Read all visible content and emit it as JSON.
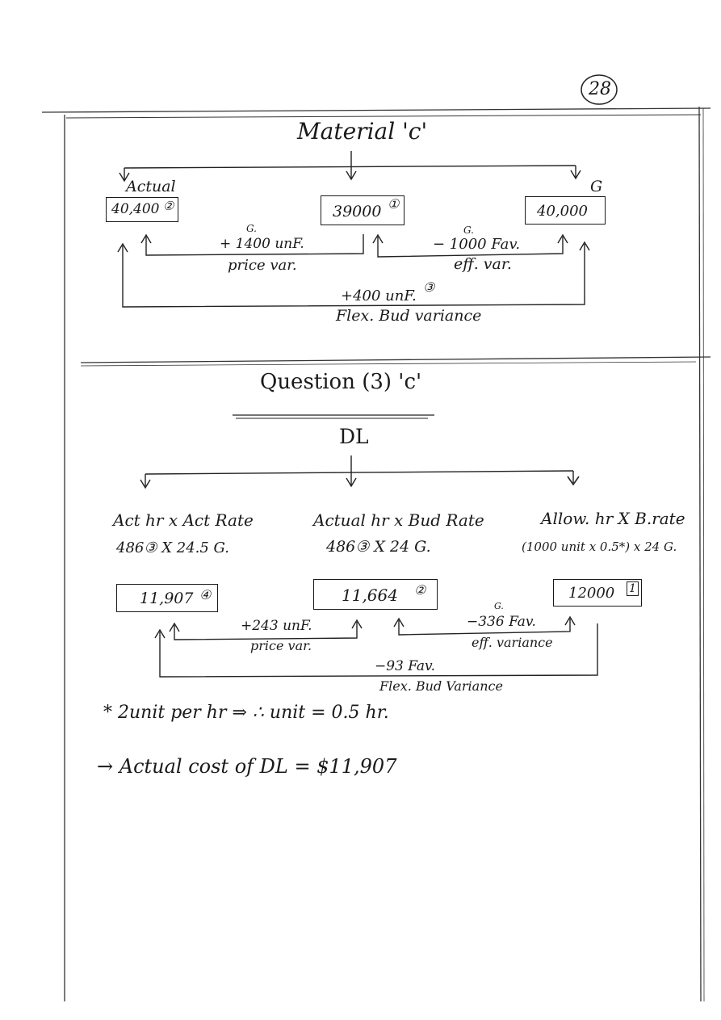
{
  "page_number": "28",
  "material": {
    "title": "Material 'c'",
    "actual_label": "Actual",
    "g_label": "G",
    "box_actual": {
      "value": "40,400",
      "marker": "②"
    },
    "box_middle": {
      "value": "39000",
      "marker": "①"
    },
    "box_right": {
      "value": "40,000"
    },
    "price_var": {
      "g": "G.",
      "amount": "+ 1400 unF.",
      "label": "price var."
    },
    "eff_var": {
      "g": "G.",
      "amount": "− 1000 Fav.",
      "label": "eff. var."
    },
    "flex_var": {
      "amount": "+400 unF.",
      "marker": "③",
      "label": "Flex. Bud variance"
    }
  },
  "question": {
    "title": "Question (3) 'c'",
    "subtitle": "DL",
    "col1": {
      "header": "Act hr x Act Rate",
      "formula": "486③ X 24.5 G."
    },
    "col2": {
      "header": "Actual hr x Bud Rate",
      "formula": "486③ X 24 G."
    },
    "col3": {
      "header": "Allow. hr X B.rate",
      "formula": "(1000 unit x 0.5*) x 24 G."
    },
    "box1": {
      "value": "11,907",
      "marker": "④"
    },
    "box2": {
      "value": "11,664",
      "marker": "②"
    },
    "box3": {
      "value": "12000",
      "marker": "1"
    },
    "price_var": {
      "amount": "+243 unF.",
      "label": "price var."
    },
    "eff_var": {
      "g": "G.",
      "amount": "−336 Fav.",
      "label": "eff. variance"
    },
    "flex_var": {
      "amount": "−93 Fav.",
      "label": "Flex. Bud Variance"
    }
  },
  "notes": {
    "note1": "* 2unit per hr ⇒ ∴ unit = 0.5 hr.",
    "note2": "→ Actual cost of DL = $11,907"
  }
}
